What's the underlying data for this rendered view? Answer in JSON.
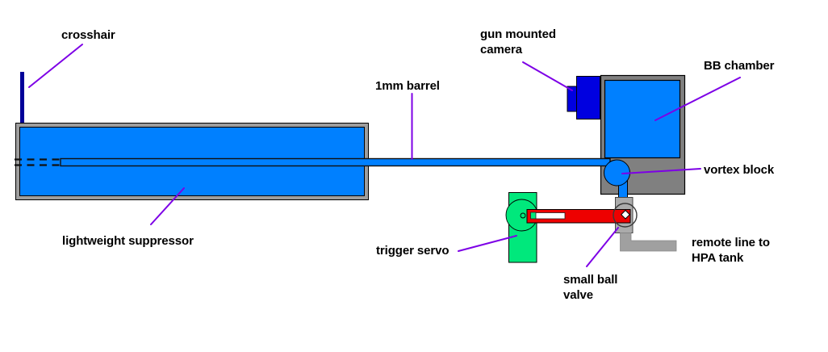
{
  "diagram": {
    "type": "schematic",
    "labels": {
      "crosshair": "crosshair",
      "barrel": "1mm barrel",
      "camera": [
        "gun mounted",
        "camera"
      ],
      "bb_chamber": "BB chamber",
      "vortex_block": "vortex block",
      "suppressor": "lightweight suppressor",
      "trigger_servo": "trigger servo",
      "ball_valve": [
        "small ball",
        "valve"
      ],
      "remote_line": [
        "remote line to",
        "HPA tank"
      ]
    },
    "colors": {
      "background": "#ffffff",
      "blue": "#0080ff",
      "camera_blue": "#0000e0",
      "crosshair_navy": "#000099",
      "chamber_gray": "#808080",
      "border_gray": "#9e9e9e",
      "valve_gray": "#ababab",
      "pipe_gray": "#a0a0a0",
      "lever_red": "#ee0000",
      "servo_green": "#00e87c",
      "pointer_purple": "#7d00e6",
      "text_black": "#000000"
    }
  }
}
